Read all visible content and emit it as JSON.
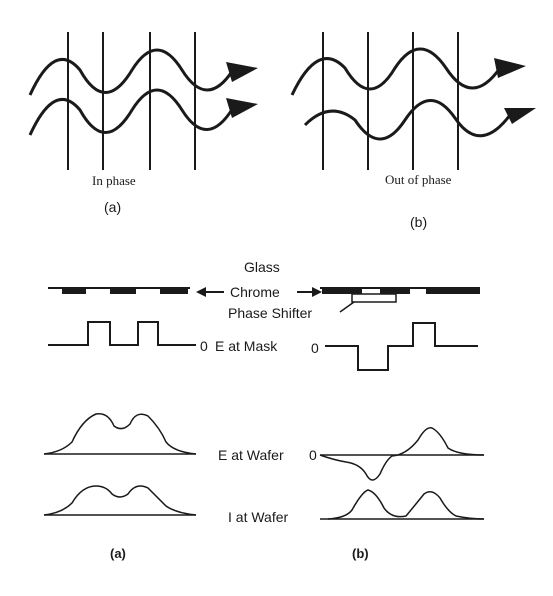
{
  "top_panels": {
    "a": {
      "caption": "In phase",
      "label": "(a)"
    },
    "b": {
      "caption": "Out of phase",
      "label": "(b)"
    }
  },
  "mask_diagram": {
    "glass_label": "Glass",
    "chrome_label": "Chrome",
    "phase_shifter_label": "Phase Shifter",
    "e_mask_label": "E at Mask",
    "e_wafer_label": "E at Wafer",
    "i_wafer_label": "I at Wafer",
    "zero_label": "0",
    "panel_a_label": "(a)",
    "panel_b_label": "(b)"
  },
  "colors": {
    "ink": "#1a1a1a",
    "background": "#ffffff"
  }
}
